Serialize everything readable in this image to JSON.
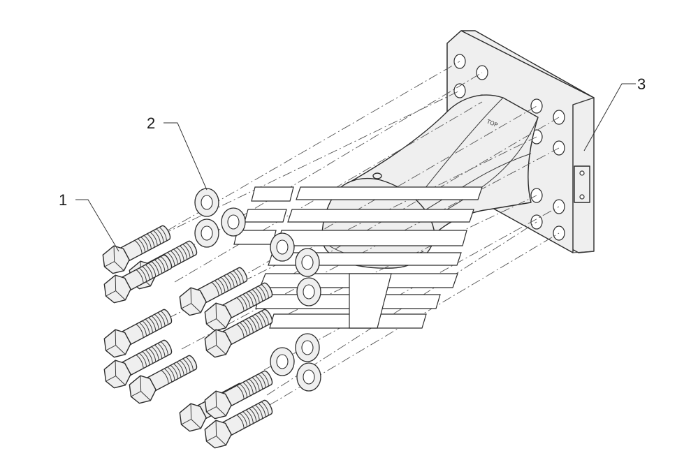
{
  "figure": {
    "callouts": [
      {
        "id": "1",
        "label": "1"
      },
      {
        "id": "2",
        "label": "2"
      },
      {
        "id": "3",
        "label": "3"
      }
    ],
    "bracket_marking": "TOP"
  },
  "colors": {
    "line": "#2b2b2b",
    "fill": "#efefef",
    "background": "#ffffff"
  }
}
